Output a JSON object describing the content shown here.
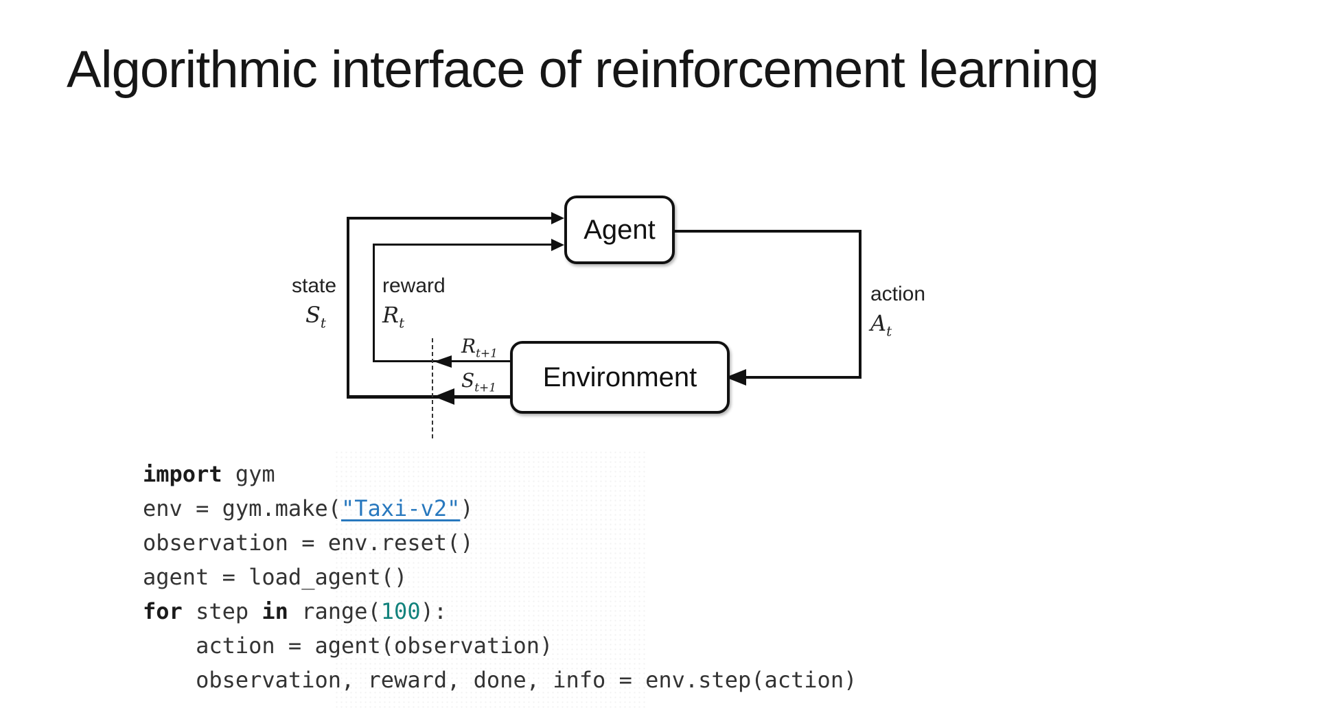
{
  "slide": {
    "title": "Algorithmic interface of reinforcement learning"
  },
  "diagram": {
    "agent_label": "Agent",
    "environment_label": "Environment",
    "state": {
      "word": "state",
      "symbol": "S",
      "sub": "t"
    },
    "reward": {
      "word": "reward",
      "symbol": "R",
      "sub": "t"
    },
    "action": {
      "word": "action",
      "symbol": "A",
      "sub": "t"
    },
    "reward_next": {
      "symbol": "R",
      "sub": "t+1"
    },
    "state_next": {
      "symbol": "S",
      "sub": "t+1"
    }
  },
  "code": {
    "lines": [
      [
        {
          "t": "import",
          "s": "kw"
        },
        {
          "t": " gym",
          "s": "p"
        }
      ],
      [
        {
          "t": "env = gym.make(",
          "s": "p"
        },
        {
          "t": "\"Taxi-v2\"",
          "s": "link"
        },
        {
          "t": ")",
          "s": "p"
        }
      ],
      [
        {
          "t": "observation = env.reset()",
          "s": "p"
        }
      ],
      [
        {
          "t": "agent = load_agent()",
          "s": "p"
        }
      ],
      [
        {
          "t": "for",
          "s": "kw"
        },
        {
          "t": " step ",
          "s": "p"
        },
        {
          "t": "in",
          "s": "kw"
        },
        {
          "t": " range(",
          "s": "p"
        },
        {
          "t": "100",
          "s": "num"
        },
        {
          "t": "):",
          "s": "p"
        }
      ],
      [
        {
          "t": "    action = agent(observation)",
          "s": "p"
        }
      ],
      [
        {
          "t": "    observation, reward, done, info = env.step(action)",
          "s": "p"
        }
      ]
    ]
  },
  "colors": {
    "link_blue": "#2878be",
    "number_teal": "#12827c",
    "line_black": "#111111",
    "code_text": "#333333"
  }
}
